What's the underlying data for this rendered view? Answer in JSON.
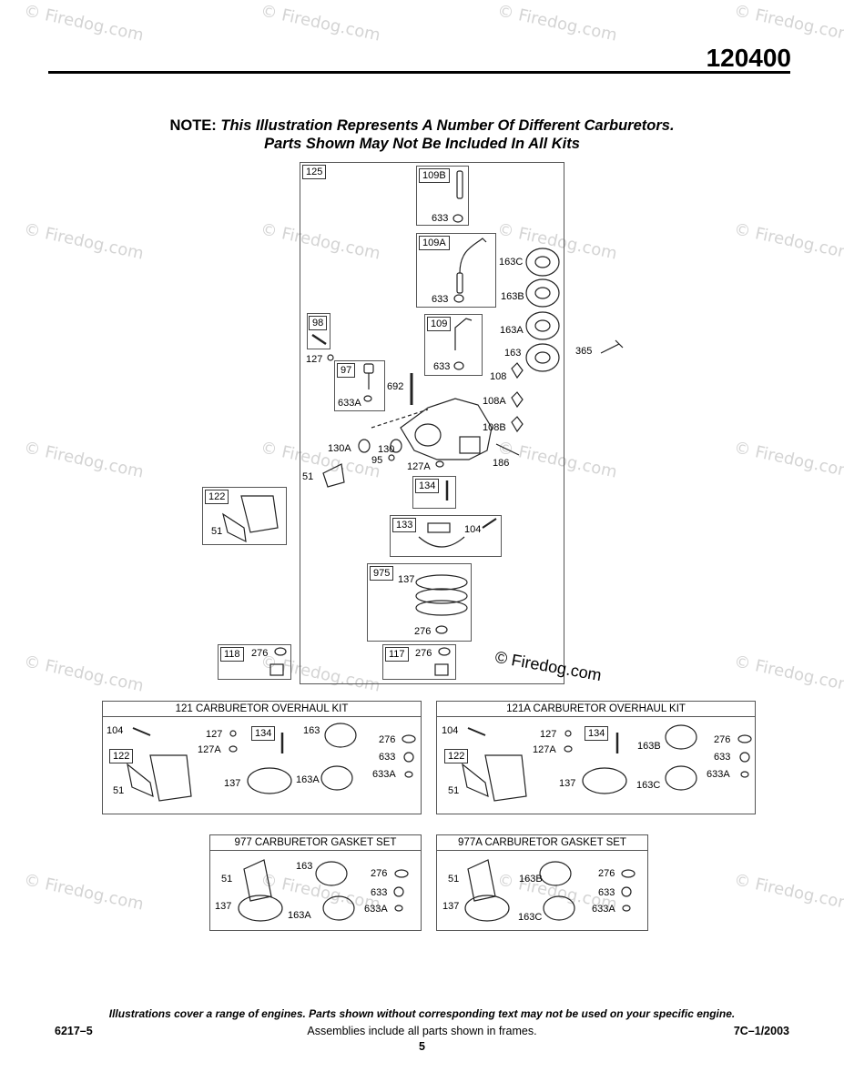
{
  "watermark": "© Firedog.com",
  "document_number": "120400",
  "note": {
    "prefix": "NOTE:",
    "line1": "This Illustration Represents A Number Of Different Carburetors.",
    "line2": "Parts Shown May Not Be Included In All Kits"
  },
  "main_frame_tag": "125",
  "groups": {
    "g109b": {
      "tag": "109B",
      "part": "633"
    },
    "g109a": {
      "tag": "109A",
      "part": "633"
    },
    "g109": {
      "tag": "109",
      "part": "633"
    },
    "g98": {
      "tag": "98",
      "part": "127"
    },
    "g97": {
      "tag": "97",
      "part": "633A"
    },
    "g134": {
      "tag": "134"
    },
    "g133": {
      "tag": "133",
      "part": "104"
    },
    "g975": {
      "tag": "975",
      "part_a": "137",
      "part_b": "276"
    },
    "g122": {
      "tag": "122",
      "part": "51"
    },
    "g118": {
      "tag": "118",
      "part": "276"
    },
    "g117": {
      "tag": "117",
      "part": "276"
    }
  },
  "loose_labels": {
    "p163c": "163C",
    "p163b": "163B",
    "p163a": "163A",
    "p163": "163",
    "p365": "365",
    "p108": "108",
    "p108a": "108A",
    "p108b": "108B",
    "p692": "692",
    "p130a": "130A",
    "p130": "130",
    "p95": "95",
    "p127a": "127A",
    "p186": "186",
    "p51": "51"
  },
  "kit121": {
    "title": "121 CARBURETOR OVERHAUL KIT",
    "p104": "104",
    "p127": "127",
    "p127a": "127A",
    "tag134": "134",
    "p163": "163",
    "p276": "276",
    "p633": "633",
    "p633a": "633A",
    "tag122": "122",
    "p51": "51",
    "p137": "137",
    "p163a": "163A"
  },
  "kit121a": {
    "title": "121A CARBURETOR OVERHAUL KIT",
    "p104": "104",
    "p127": "127",
    "p127a": "127A",
    "tag134": "134",
    "p163b": "163B",
    "p276": "276",
    "p633": "633",
    "p633a": "633A",
    "tag122": "122",
    "p51": "51",
    "p137": "137",
    "p163c": "163C"
  },
  "kit977": {
    "title": "977 CARBURETOR GASKET SET",
    "p51": "51",
    "p163": "163",
    "p276": "276",
    "p633": "633",
    "p137": "137",
    "p163a": "163A",
    "p633a": "633A"
  },
  "kit977a": {
    "title": "977A CARBURETOR GASKET SET",
    "p51": "51",
    "p163b": "163B",
    "p276": "276",
    "p633": "633",
    "p137": "137",
    "p163c": "163C",
    "p633a": "633A"
  },
  "center_watermark": "© Firedog.com",
  "footer": {
    "disclaimer": "Illustrations cover a range of engines. Parts shown without corresponding text may not be used on your specific engine.",
    "left": "6217–5",
    "center": "Assemblies include all parts shown in frames.",
    "right": "7C–1/2003",
    "page": "5"
  }
}
